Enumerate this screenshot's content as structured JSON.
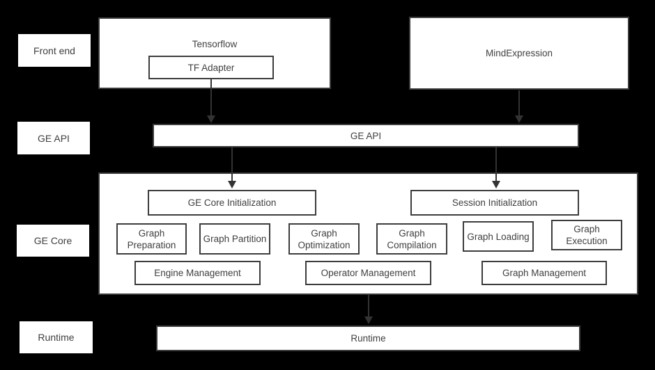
{
  "colors": {
    "background": "#000000",
    "box_fill": "#ffffff",
    "box_border": "#3c3c3c",
    "text": "#3f3f3f",
    "arrow": "#333333"
  },
  "side_labels": [
    {
      "label": "Front end"
    },
    {
      "label": "GE API"
    },
    {
      "label": "GE Core"
    },
    {
      "label": "Runtime"
    }
  ],
  "front_end": {
    "tensorflow_title": "Tensorflow",
    "tf_adapter": "TF Adapter",
    "mind_expression": "MindExpression"
  },
  "ge_api": {
    "label": "GE API"
  },
  "ge_core": {
    "init_boxes": [
      "GE Core Initialization",
      "Session Initialization"
    ],
    "process_boxes": [
      "Graph Preparation",
      "Graph Partition",
      "Graph Optimization",
      "Graph Compilation",
      "Graph Loading",
      "Graph Execution"
    ],
    "management_boxes": [
      "Engine Management",
      "Operator Management",
      "Graph Management"
    ]
  },
  "runtime": {
    "label": "Runtime"
  }
}
